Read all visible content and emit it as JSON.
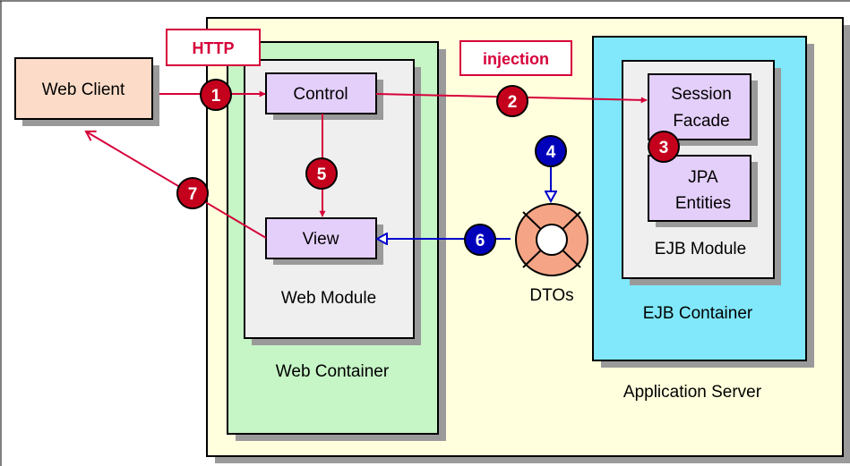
{
  "labels": {
    "web_client": "Web Client",
    "control": "Control",
    "view": "View",
    "web_module": "Web Module",
    "web_container": "Web Container",
    "session_facade_line1": "Session",
    "session_facade_line2": "Facade",
    "jpa_entities_line1": "JPA",
    "jpa_entities_line2": "Entities",
    "ejb_module": "EJB Module",
    "ejb_container": "EJB Container",
    "application_server": "Application Server",
    "dtos": "DTOs",
    "http_tag": "HTTP",
    "injection_tag": "injection"
  },
  "steps": [
    "1",
    "2",
    "3",
    "4",
    "5",
    "6",
    "7"
  ],
  "colors": {
    "app_server_fill": "#ffffdd",
    "web_container_fill": "#c6f5c6",
    "ejb_container_fill": "#80e8fa",
    "module_fill": "#efefef",
    "component_fill": "#e4cffa",
    "web_client_fill": "#fcdcc8",
    "dto_fill": "#f5a585",
    "red_flow": "#d6003a",
    "blue_flow": "#0000cc",
    "red_badge": "#c4001d",
    "blue_badge": "#0000bb",
    "shadow": "#9a9a9a"
  }
}
